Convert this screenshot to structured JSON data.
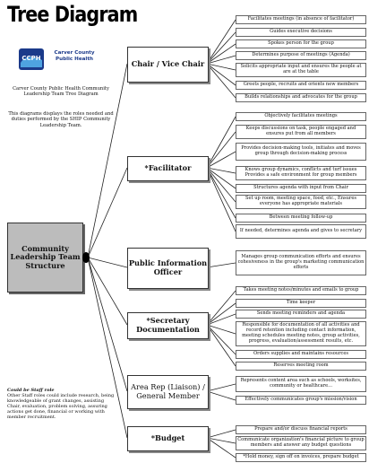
{
  "title": "Tree Diagram",
  "logo": {
    "line1": "Carver County",
    "line2": "Public Health",
    "mark": "CCPH"
  },
  "intro": {
    "org": "Carver County Public Health Community Leadership Team Tree Diagram",
    "desc": "This diagrams displays the roles needed and duties performed by the SHIP Community Leadership Team."
  },
  "note": {
    "heading": "Could be Staff role",
    "body": "Other Staff roles could include research, being knowledgeable of grant changes, assisting Chair, evaluation, problem solving, assuring actions get done, financial or working with member recruitment."
  },
  "root": {
    "label": "Community Leadership Team Structure"
  },
  "roles": [
    {
      "label": "Chair / Vice Chair",
      "duties": [
        "Facilitates meetings (in absence of facilitator)",
        "Guides executive decisions",
        "Spokes person for the group",
        "Determines purpose of meetings (Agenda)",
        "Solicits appropriate input and ensures the people at are at the table",
        "Greets people, recruits and orients new members",
        "Builds relationships and advocates for the group"
      ]
    },
    {
      "label": "*Facilitator",
      "duties": [
        "Objectively facilitates meetings",
        "Keeps discussions on task, people engaged and ensures put from all members",
        "Provides decision-making tools, initiates and moves group through decision-making process",
        "Knows group dynamics, conflicts and turf issues Provides a safe environment for group members",
        "Structures agenda with input from Chair",
        "Set up room, meeting space, food, etc., Ensures everyone has appropriate materials",
        "Between meeting follow-up",
        "If needed, determines agenda and gives to secretary"
      ]
    },
    {
      "label": "Public Information Officer",
      "duties": [
        "Manages group communication efforts and ensures cohesiveness in the group's marketing communication efforts"
      ]
    },
    {
      "label": "*Secretary Documentation",
      "duties": [
        "Takes meeting notes/minutes and emails to group",
        "Time keeper",
        "Sends meeting reminders and agenda",
        "Responsible for documentation of all activities and record retention including contact information, meeting schedules meeting notes, group activities, progress, evaluation/assessment results, etc.",
        "Orders supplies and maintains resources",
        "Reserves meeting room"
      ]
    },
    {
      "label": "Area Rep (Liaison) / General Member",
      "duties": [
        "Represents content area such as schools, worksites, community or healthcare...",
        "Effectively communicates group's mission/vision"
      ]
    },
    {
      "label": "*Budget",
      "duties": [
        "Prepare and/or discuss financial reports",
        "Communicate organization's financial picture to group members and answer any budget questions",
        "*Hold money, sign off on invoices, prepare budget"
      ]
    }
  ]
}
